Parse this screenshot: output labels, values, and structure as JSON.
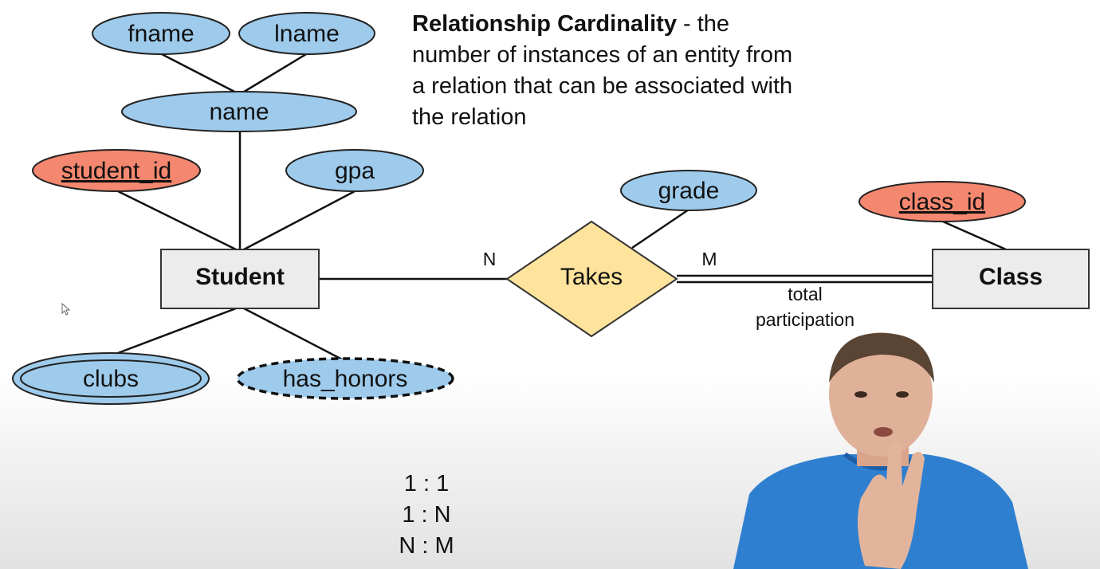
{
  "description": {
    "title": "Relationship Cardinality",
    "dash": " - ",
    "body": "the number of instances of an entity from a relation that can be associated with the relation"
  },
  "entities": {
    "student": "Student",
    "class": "Class"
  },
  "relationship": {
    "takes": "Takes"
  },
  "attributes": {
    "fname": "fname",
    "lname": "lname",
    "name": "name",
    "student_id": "student_id",
    "gpa": "gpa",
    "clubs": "clubs",
    "has_honors": "has_honors",
    "grade": "grade",
    "class_id": "class_id"
  },
  "cardinality": {
    "student_side": "N",
    "class_side": "M"
  },
  "participation_note": {
    "line1": "total",
    "line2": "participation"
  },
  "cardinality_types": [
    "1 : 1",
    "1 : N",
    "N : M"
  ],
  "colors": {
    "attribute_fill": "#9ecbec",
    "key_attribute_fill": "#f4876f",
    "entity_fill": "#ececec",
    "relationship_fill": "#fde39b",
    "shirt": "#2f7fd0"
  }
}
